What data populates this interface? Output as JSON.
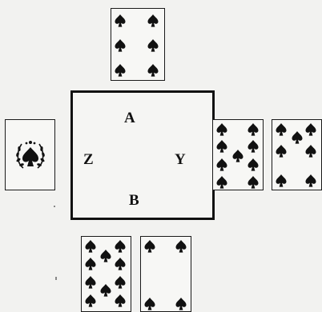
{
  "table": {
    "seats": {
      "north": "A",
      "south": "B",
      "west": "Z",
      "east": "Y"
    }
  },
  "cards": [
    {
      "id": "north-card",
      "suit": "spades",
      "rank": "6"
    },
    {
      "id": "west-card",
      "suit": "spades",
      "rank": "A"
    },
    {
      "id": "east-card-1",
      "suit": "spades",
      "rank": "9"
    },
    {
      "id": "east-card-2",
      "suit": "spades",
      "rank": "7"
    },
    {
      "id": "south-card-1",
      "suit": "spades",
      "rank": "10"
    },
    {
      "id": "south-card-2",
      "suit": "spades",
      "rank": "4"
    }
  ],
  "colors": {
    "ink": "#111111",
    "paper": "#f2f2f0"
  }
}
